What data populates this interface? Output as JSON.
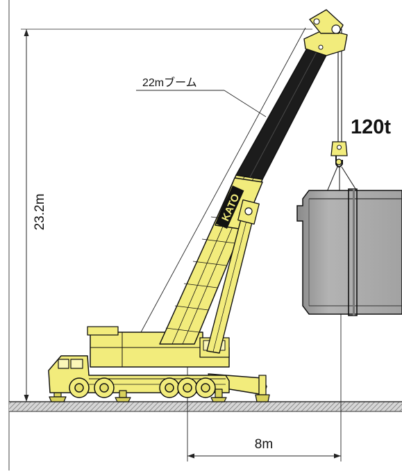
{
  "labels": {
    "boom": "22mブーム",
    "height": "23.2m",
    "radius": "8m",
    "capacity": "120t",
    "brand": "KATO"
  },
  "colors": {
    "crane_yellow": "#f2ec7c",
    "crane_shadow": "#d9d25c",
    "boom_black": "#1c1c1c",
    "load_gray": "#a9a9a9",
    "load_dark": "#8c8c8c",
    "outline": "#111111",
    "ground": "#cfcfcf"
  }
}
